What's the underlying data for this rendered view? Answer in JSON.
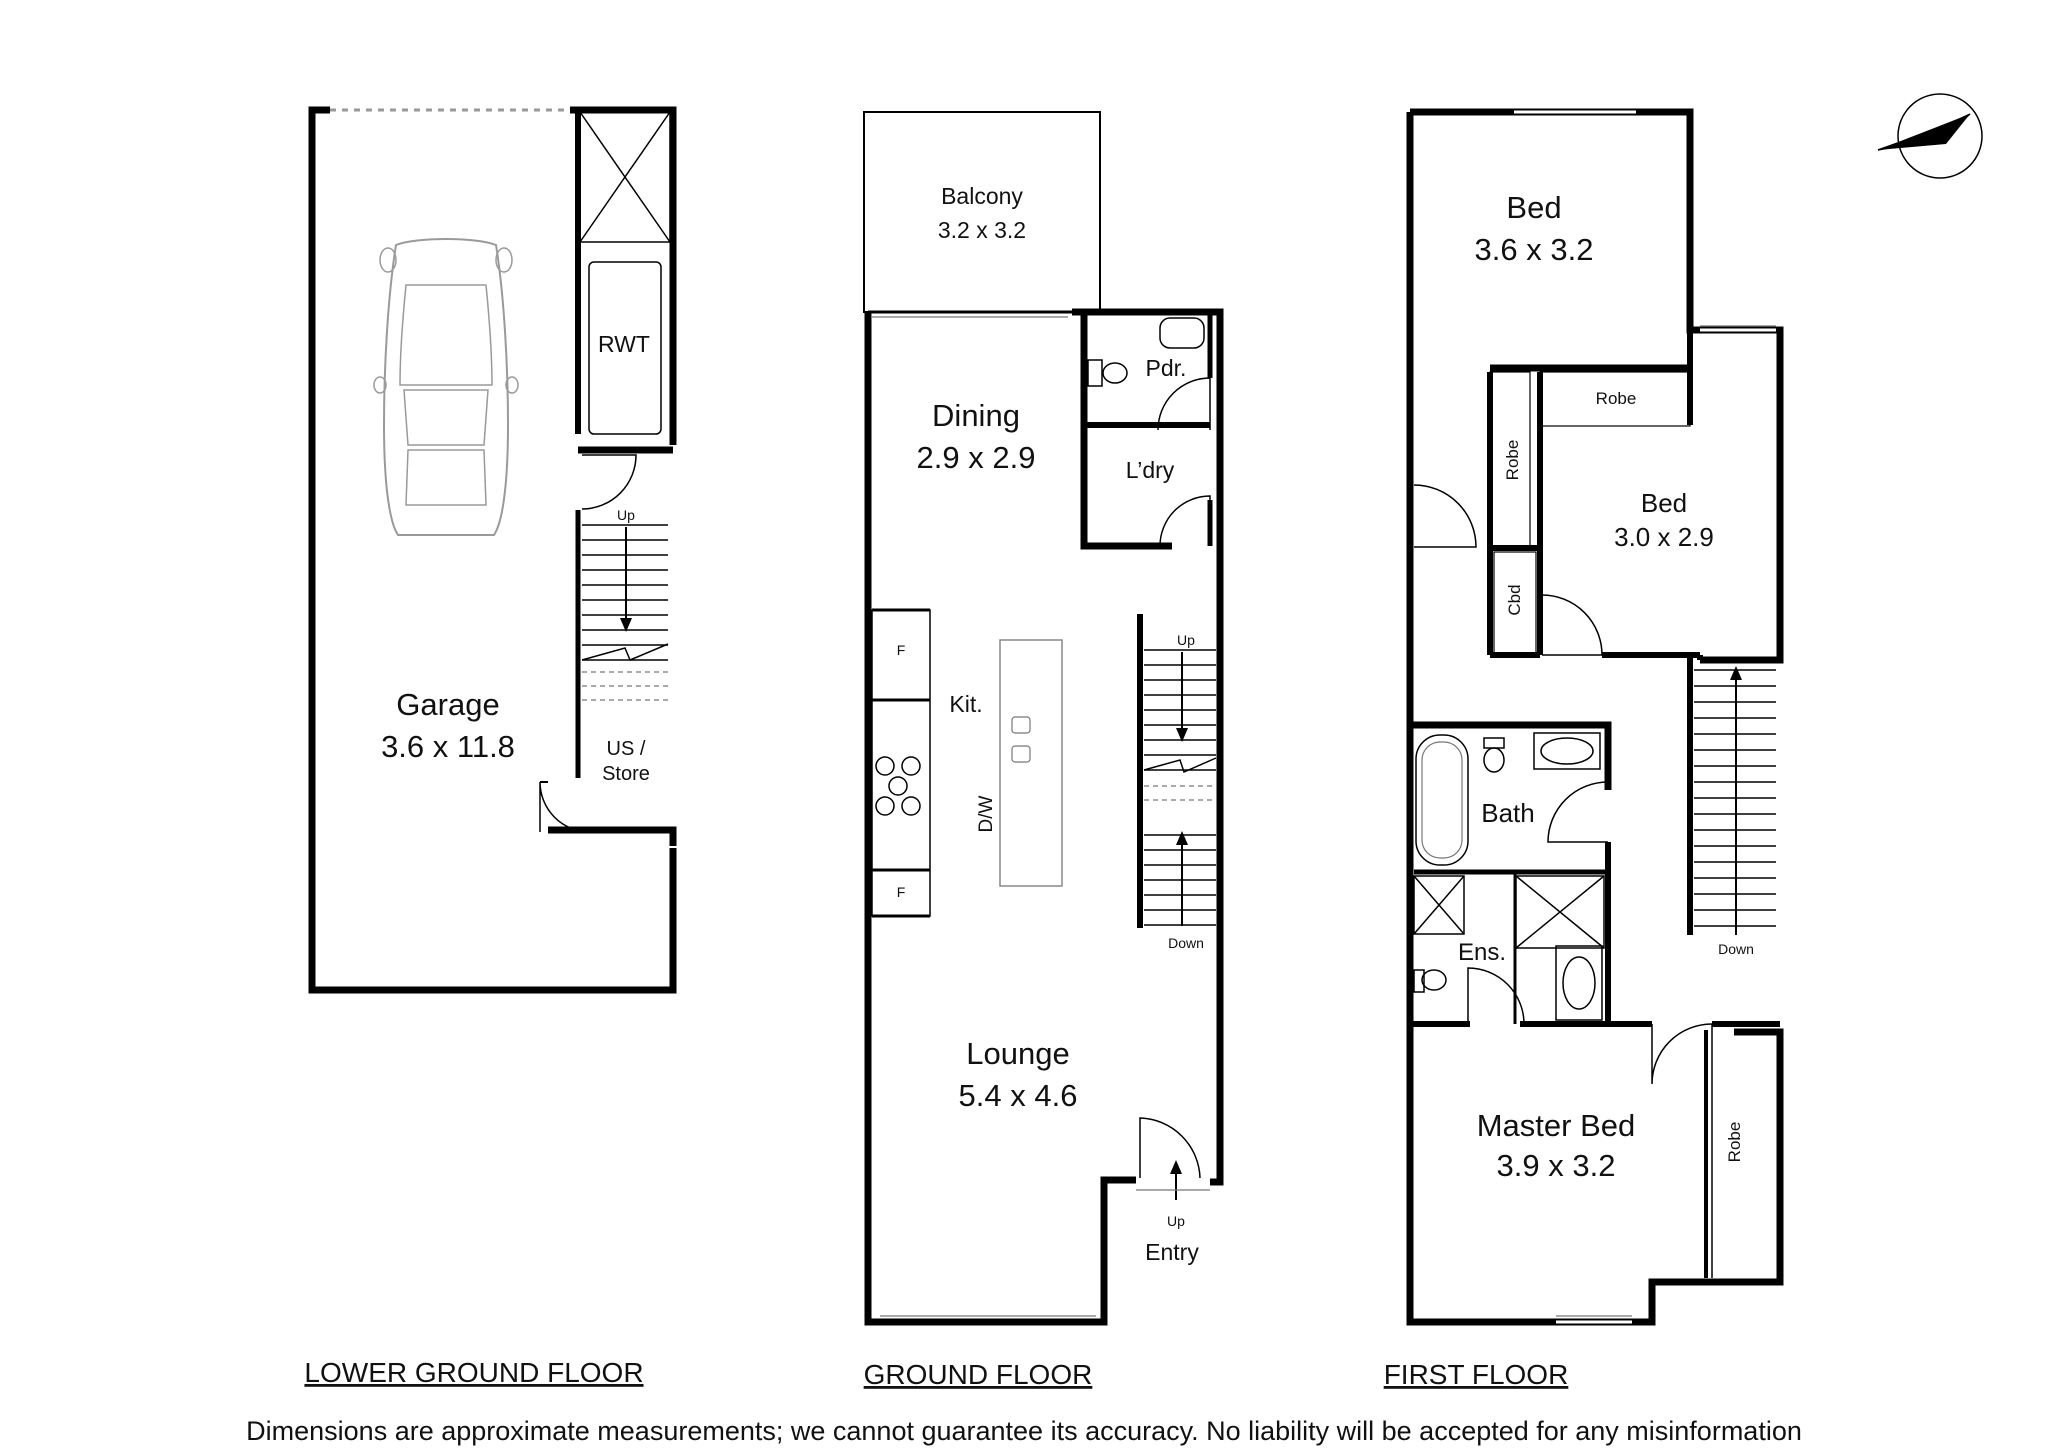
{
  "floors": {
    "lower": {
      "title": "LOWER GROUND FLOOR",
      "garage": {
        "name": "Garage",
        "dim": "3.6 x 11.8"
      },
      "rwt": "RWT",
      "store_line1": "US /",
      "store_line2": "Store",
      "stair_up": "Up"
    },
    "ground": {
      "title": "GROUND FLOOR",
      "balcony": {
        "name": "Balcony",
        "dim": "3.2 x 3.2"
      },
      "dining": {
        "name": "Dining",
        "dim": "2.9 x 2.9"
      },
      "pdr": "Pdr.",
      "ldry": "L’dry",
      "kit": "Kit.",
      "dw": "D/W",
      "fridge_top": "F",
      "fridge_bottom": "F",
      "lounge": {
        "name": "Lounge",
        "dim": "5.4 x 4.6"
      },
      "stair_up": "Up",
      "stair_down": "Down",
      "entry": "Entry",
      "entry_up": "Up"
    },
    "first": {
      "title": "FIRST FLOOR",
      "bed1": {
        "name": "Bed",
        "dim": "3.6 x 3.2"
      },
      "robe_top": "Robe",
      "robe_side": "Robe",
      "bed2": {
        "name": "Bed",
        "dim": "3.0 x 2.9"
      },
      "cbd": "Cbd",
      "bath": "Bath",
      "ens": "Ens.",
      "stair_down": "Down",
      "master": {
        "name": "Master Bed",
        "dim": "3.9 x 3.2"
      },
      "robe_master": "Robe"
    }
  },
  "disclaimer": "Dimensions are approximate measurements; we cannot guarantee its accuracy. No liability will be accepted for any misinformation",
  "compass": {
    "icon": "north-arrow-icon"
  }
}
